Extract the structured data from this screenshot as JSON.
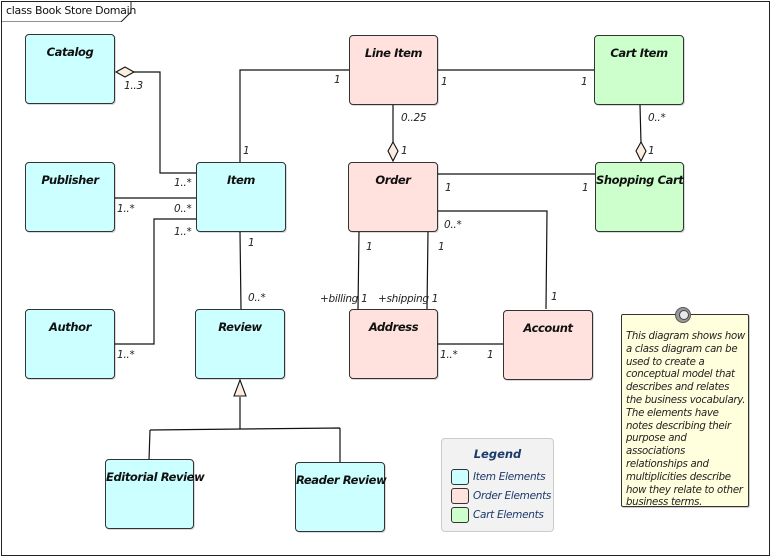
{
  "frame": {
    "title": "class Book Store Domain"
  },
  "classes": {
    "catalog": {
      "name": "Catalog",
      "group": "item"
    },
    "publisher": {
      "name": "Publisher",
      "group": "item"
    },
    "author": {
      "name": "Author",
      "group": "item"
    },
    "item": {
      "name": "Item",
      "group": "item"
    },
    "review": {
      "name": "Review",
      "group": "item"
    },
    "editorial_review": {
      "name": "Editorial Review",
      "group": "item"
    },
    "reader_review": {
      "name": "Reader Review",
      "group": "item"
    },
    "line_item": {
      "name": "Line Item",
      "group": "order"
    },
    "order": {
      "name": "Order",
      "group": "order"
    },
    "address": {
      "name": "Address",
      "group": "order"
    },
    "account": {
      "name": "Account",
      "group": "order"
    },
    "cart_item": {
      "name": "Cart Item",
      "group": "cart"
    },
    "shopping_cart": {
      "name": "Shopping Cart",
      "group": "cart"
    }
  },
  "relationships": [
    {
      "id": "catalog-item",
      "type": "aggregation",
      "from": "Catalog",
      "to": "Item",
      "from_mult": "1..3",
      "to_mult": "1..*"
    },
    {
      "id": "publisher-item",
      "type": "association",
      "from": "Publisher",
      "to": "Item",
      "from_mult": "1..*",
      "to_mult": "0..*"
    },
    {
      "id": "author-item",
      "type": "association",
      "from": "Author",
      "to": "Item",
      "from_mult": "1..*",
      "to_mult": "1..*"
    },
    {
      "id": "item-lineitem",
      "type": "association",
      "from": "Item",
      "to": "Line Item",
      "from_mult": "1",
      "to_mult": "1"
    },
    {
      "id": "lineitem-cartitem",
      "type": "association",
      "from": "Line Item",
      "to": "Cart Item",
      "from_mult": "1",
      "to_mult": "1"
    },
    {
      "id": "lineitem-order",
      "type": "aggregation",
      "from": "Line Item",
      "to": "Order",
      "from_mult": "0..25",
      "to_mult": "1"
    },
    {
      "id": "cartitem-cart",
      "type": "aggregation",
      "from": "Cart Item",
      "to": "Shopping Cart",
      "from_mult": "0..*",
      "to_mult": "1"
    },
    {
      "id": "order-cart",
      "type": "association",
      "from": "Order",
      "to": "Shopping Cart",
      "from_mult": "1",
      "to_mult": "1"
    },
    {
      "id": "item-review",
      "type": "association",
      "from": "Item",
      "to": "Review",
      "from_mult": "1",
      "to_mult": "0..*"
    },
    {
      "id": "order-billing",
      "type": "association",
      "from": "Order",
      "to": "Address",
      "from_mult": "1",
      "to_mult": "+billing 1"
    },
    {
      "id": "order-shipping",
      "type": "association",
      "from": "Order",
      "to": "Address",
      "from_mult": "1",
      "to_mult": "+shipping 1"
    },
    {
      "id": "order-account",
      "type": "association",
      "from": "Order",
      "to": "Account",
      "from_mult": "0..*",
      "to_mult": "1"
    },
    {
      "id": "address-account",
      "type": "association",
      "from": "Address",
      "to": "Account",
      "from_mult": "1..*",
      "to_mult": "1"
    },
    {
      "id": "review-generalization",
      "type": "generalization",
      "parent": "Review",
      "children": [
        "Editorial Review",
        "Reader Review"
      ]
    }
  ],
  "note": {
    "text": "This diagram shows how a class diagram can be used to create a conceptual model that describes and relates the business vocabulary. The elements have notes describing their purpose and associations relationships and multiplicities describe how they relate to other business terms."
  },
  "legend": {
    "title": "Legend",
    "items": [
      {
        "label": "Item Elements",
        "color": "#ccffff"
      },
      {
        "label": "Order Elements",
        "color": "#ffe1dd"
      },
      {
        "label": "Cart Elements",
        "color": "#ccffcc"
      }
    ]
  },
  "colors": {
    "item": "#ccffff",
    "order": "#ffe1dd",
    "cart": "#ccffcc",
    "note": "#ffffdd",
    "legend_text": "#1a3a6b"
  }
}
